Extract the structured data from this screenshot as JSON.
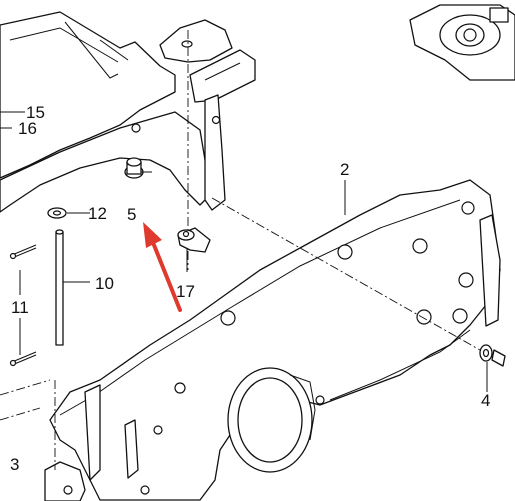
{
  "diagram": {
    "callouts": [
      {
        "id": "15",
        "text": "15"
      },
      {
        "id": "16",
        "text": "16"
      },
      {
        "id": "2",
        "text": "2"
      },
      {
        "id": "12",
        "text": "12"
      },
      {
        "id": "5",
        "text": "5"
      },
      {
        "id": "10",
        "text": "10"
      },
      {
        "id": "11",
        "text": "11"
      },
      {
        "id": "17",
        "text": "17"
      },
      {
        "id": "4",
        "text": "4"
      },
      {
        "id": "3",
        "text": "3"
      }
    ],
    "colors": {
      "line": "#111111",
      "arrow": "#e03a2f",
      "background": "#ffffff"
    },
    "arrow_target": "5"
  }
}
